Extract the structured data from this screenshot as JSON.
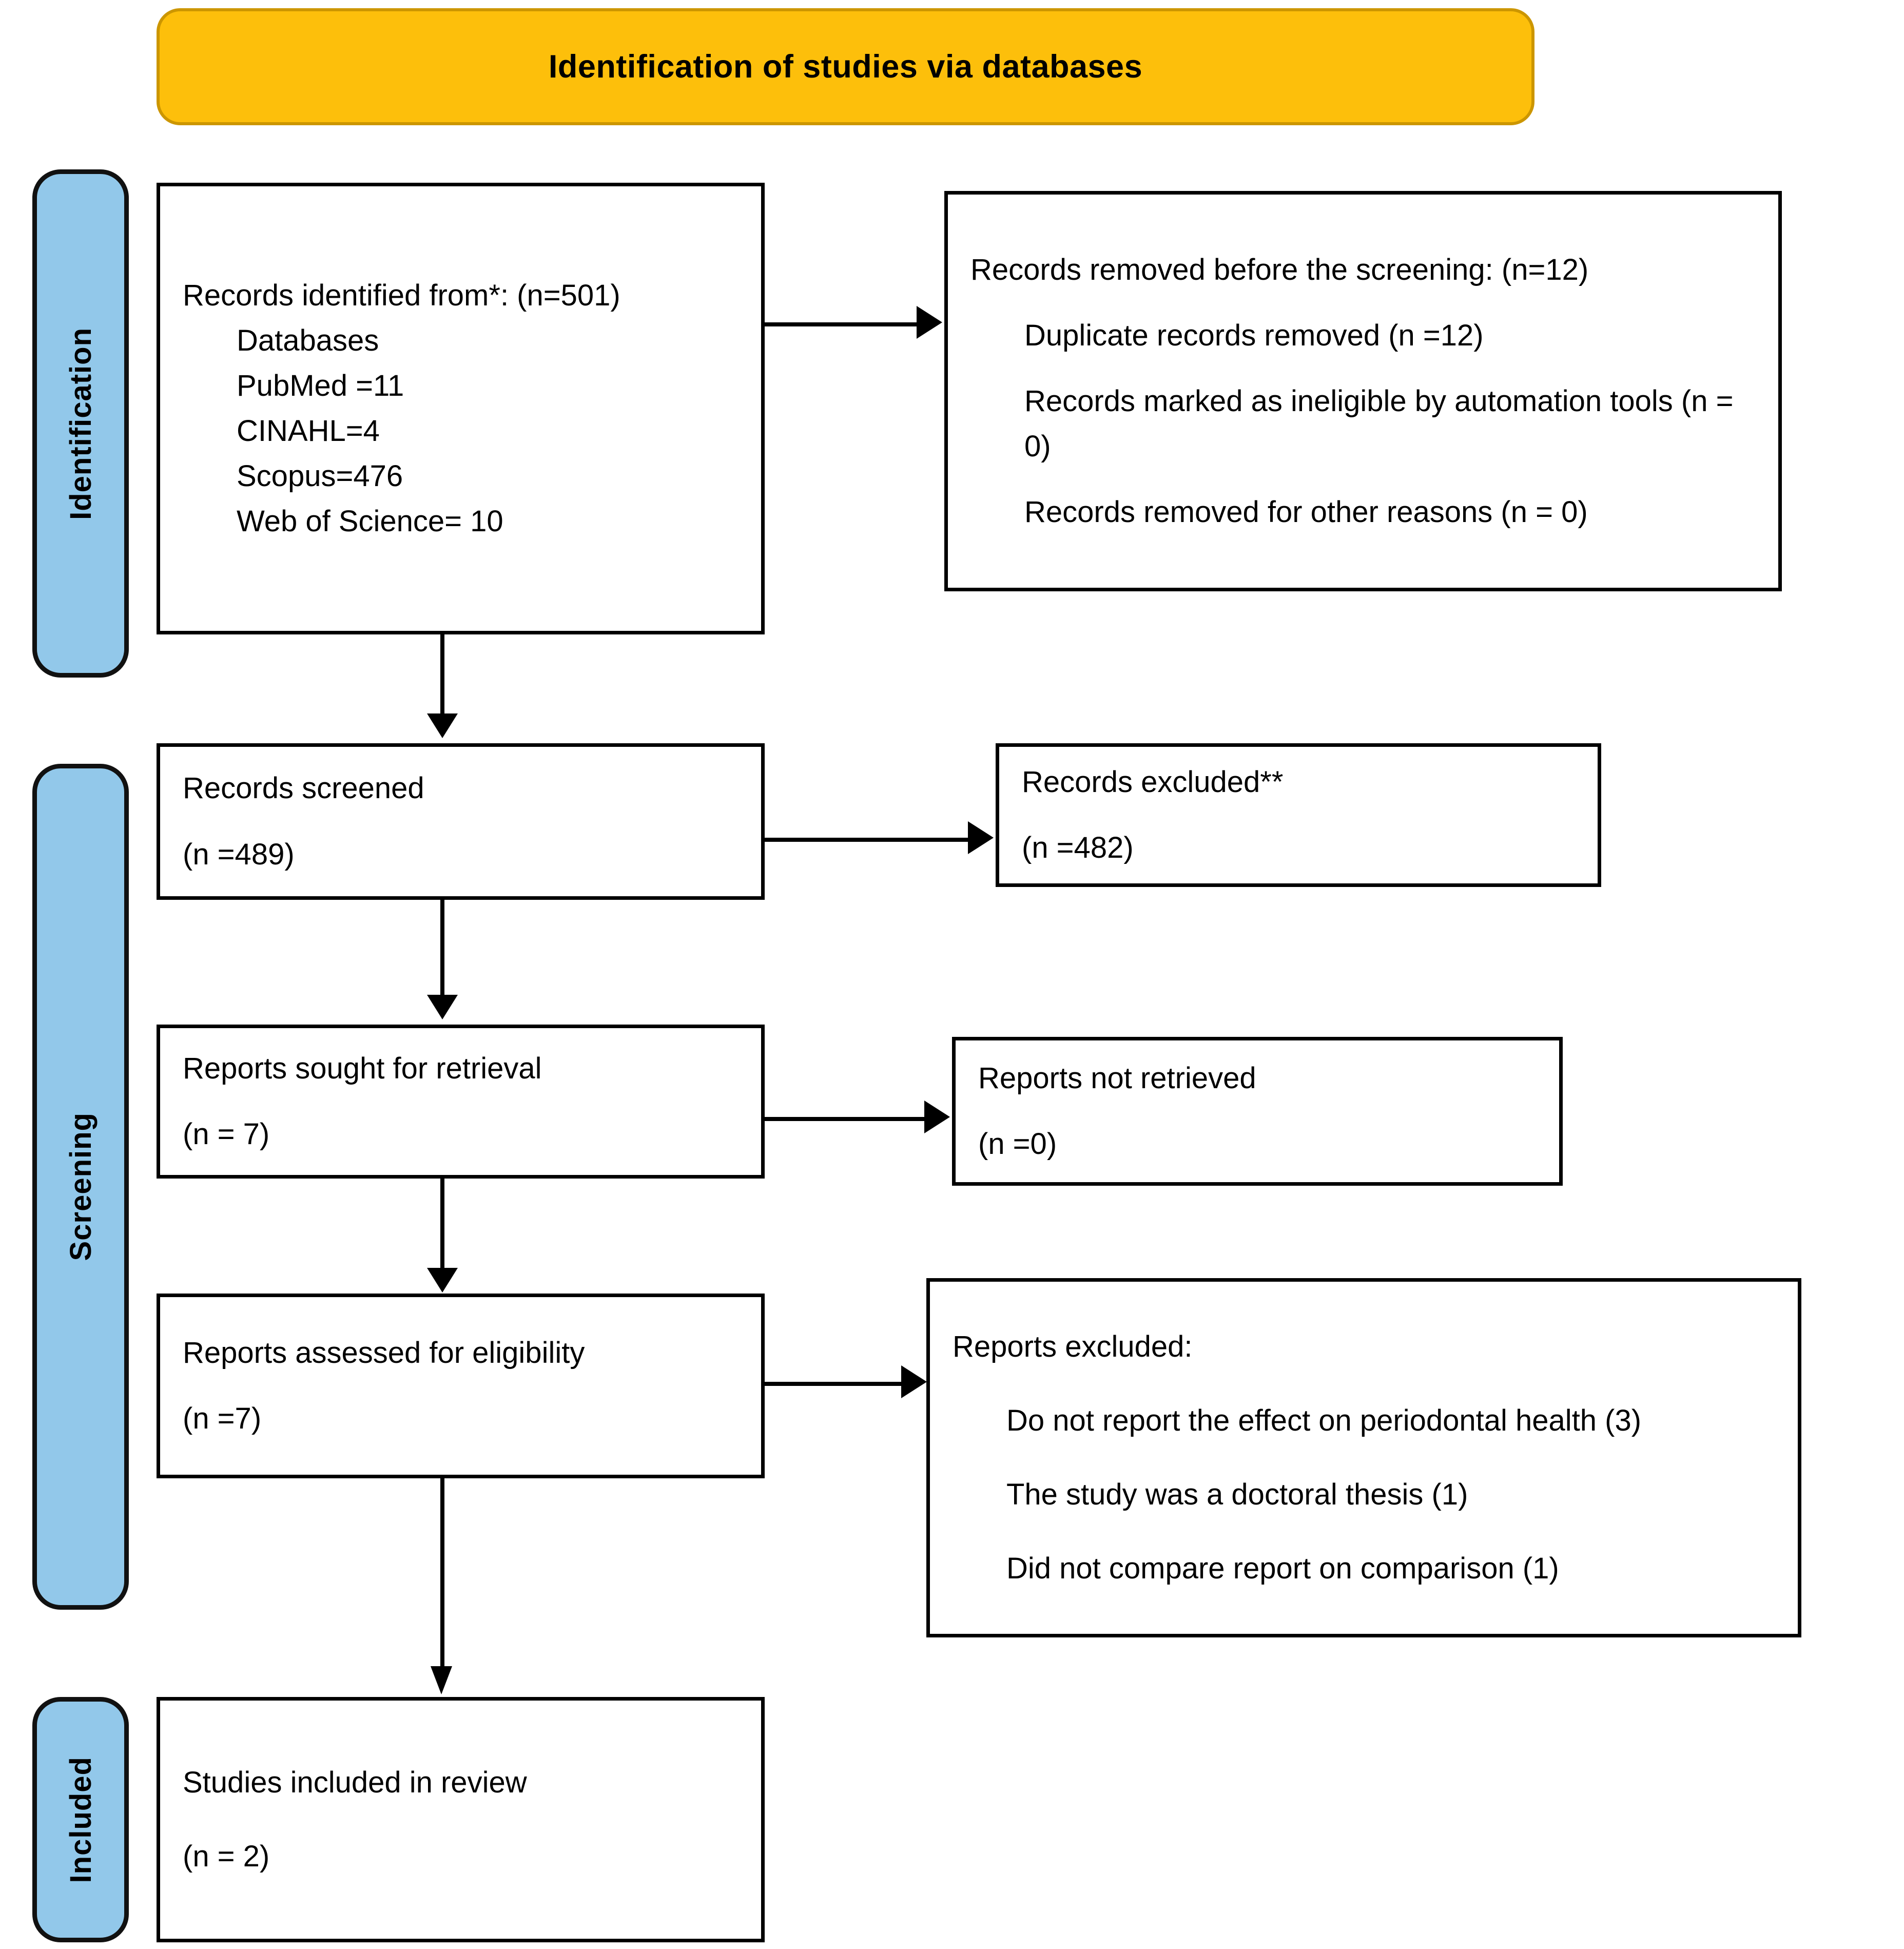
{
  "diagram": {
    "title": "Identification of studies via databases",
    "accent_color": "#FDBF0B",
    "accent_border_color": "#CC9600",
    "stage_color": "#92C8EA",
    "stage_border_color": "#111111",
    "box_border_color": "#000000"
  },
  "stages": {
    "identification": "Identification",
    "screening": "Screening",
    "included": "Included"
  },
  "boxes": {
    "records_identified": {
      "heading": "Records identified from*: (n=501)",
      "items": [
        "Databases",
        "PubMed =11",
        "CINAHL=4",
        "Scopus=476",
        "Web of Science= 10"
      ]
    },
    "records_removed": {
      "heading": "Records removed before the screening: (n=12)",
      "items": [
        "Duplicate records removed (n =12)",
        "Records marked as ineligible by automation tools (n = 0)",
        "Records removed for other reasons (n = 0)"
      ]
    },
    "records_screened": {
      "heading": "Records screened",
      "count": "(n =489)"
    },
    "records_excluded": {
      "heading": "Records excluded**",
      "count": "(n =482)"
    },
    "reports_sought": {
      "heading": "Reports sought for retrieval",
      "count": "(n = 7)"
    },
    "reports_not_retrieved": {
      "heading": "Reports not retrieved",
      "count": "(n =0)"
    },
    "reports_assessed": {
      "heading": "Reports assessed for eligibility",
      "count": "(n =7)"
    },
    "reports_excluded": {
      "heading": "Reports excluded:",
      "items": [
        "Do not report the effect on periodontal health (3)",
        "The study was a doctoral thesis (1)",
        "Did not compare report on comparison (1)"
      ]
    },
    "studies_included": {
      "heading": "Studies included in review",
      "count": "(n = 2)"
    }
  }
}
